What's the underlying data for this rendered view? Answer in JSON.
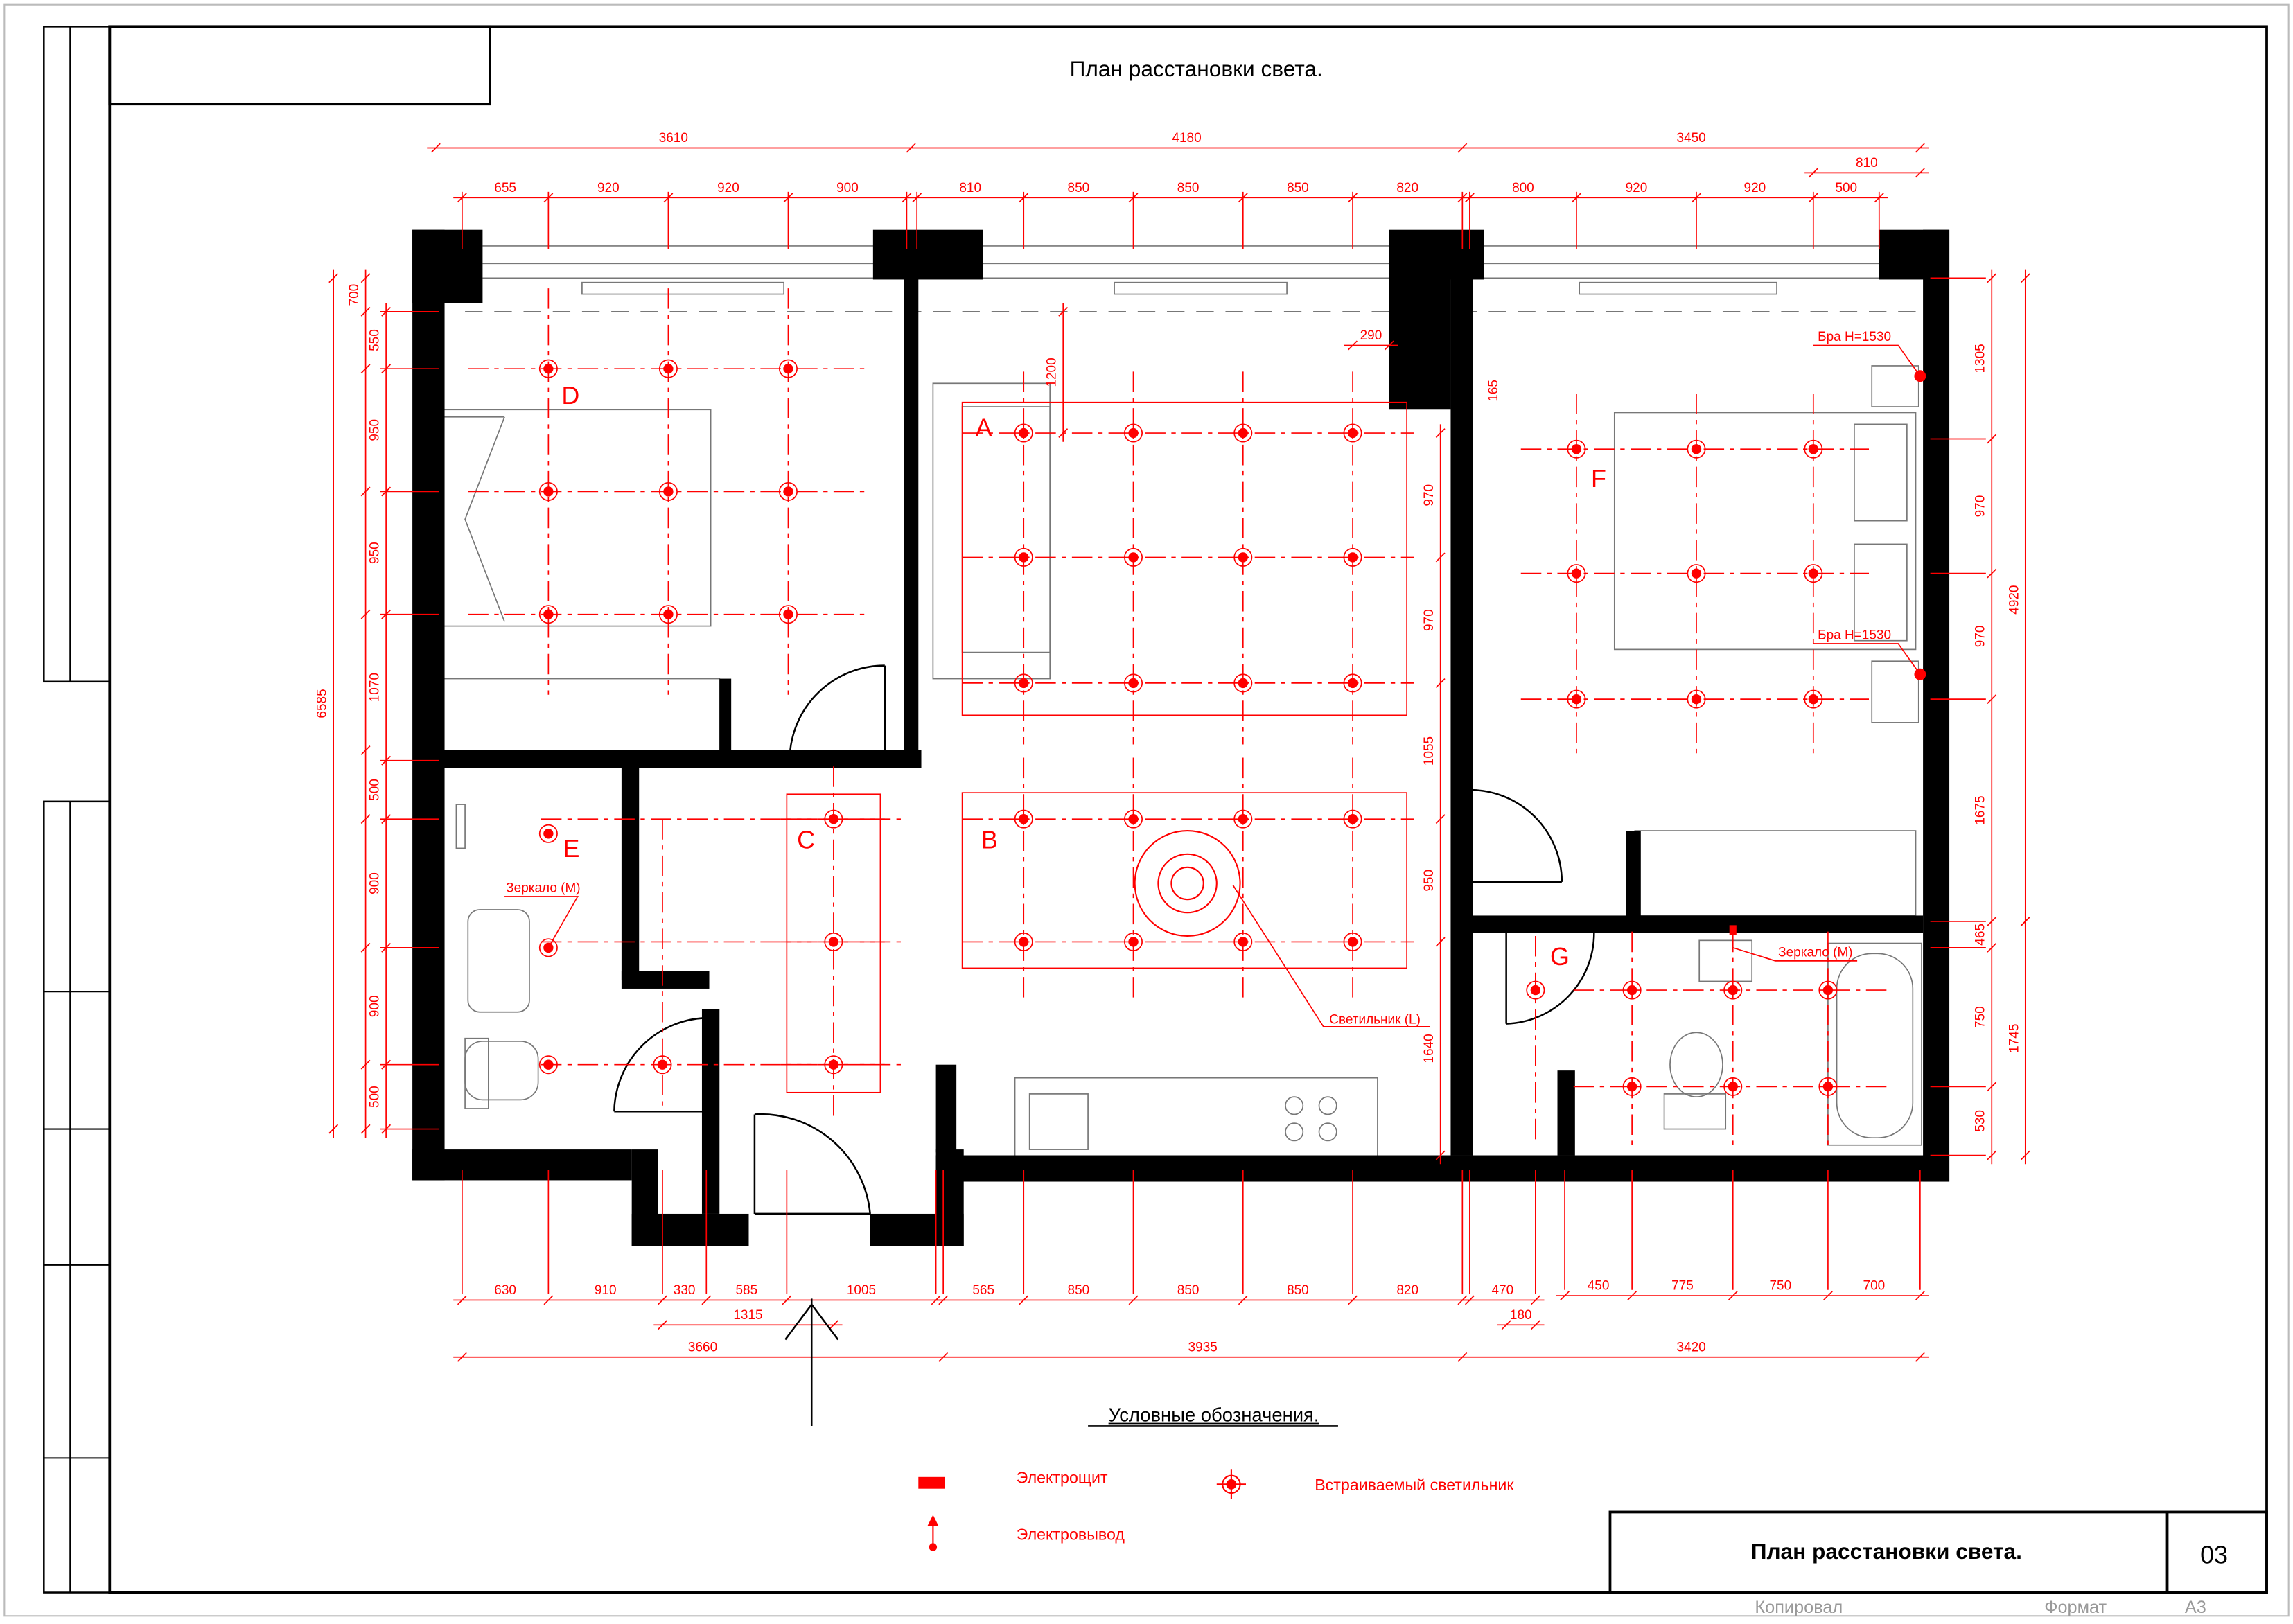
{
  "sheet": {
    "top_title": "План расстановки света.",
    "stamp_title": "План расстановки света.",
    "sheet_number": "03",
    "footer_copied": "Копировал",
    "footer_format_label": "Формат",
    "footer_format_value": "А3"
  },
  "legend": {
    "title": "Условные обозначения.",
    "items": [
      {
        "label": "Электрощит",
        "symbol": "panel"
      },
      {
        "label": "Встраиваемый светильник",
        "symbol": "downlight"
      },
      {
        "label": "Электровывод",
        "symbol": "outlet"
      }
    ]
  },
  "rooms": [
    {
      "label": "A"
    },
    {
      "label": "B"
    },
    {
      "label": "C"
    },
    {
      "label": "D"
    },
    {
      "label": "E"
    },
    {
      "label": "F"
    },
    {
      "label": "G"
    }
  ],
  "annotations": {
    "sconce_1": "Бра H=1530",
    "sconce_2": "Бра H=1530",
    "mirror_1": "Зеркало (M)",
    "mirror_2": "Зеркало (M)",
    "fixture": "Светильник (L)"
  },
  "dimensions": {
    "top_overall": [
      "3610",
      "4180",
      "3450"
    ],
    "top_detail": [
      "655",
      "920",
      "920",
      "900",
      "810",
      "850",
      "850",
      "850",
      "820",
      "800",
      "920",
      "920",
      "500",
      "810"
    ],
    "bottom_detail": [
      "630",
      "910",
      "330",
      "585",
      "1005",
      "565",
      "850",
      "850",
      "850",
      "820",
      "470",
      "450",
      "775",
      "750",
      "700",
      "1315",
      "180"
    ],
    "bottom_overall": [
      "3660",
      "3935",
      "3420"
    ],
    "left": [
      "700",
      "550",
      "950",
      "950",
      "1070",
      "500",
      "900",
      "900",
      "500",
      "6585"
    ],
    "right": [
      "1305",
      "970",
      "970",
      "1675",
      "465",
      "750",
      "530",
      "1745",
      "4920"
    ],
    "interior": [
      "290",
      "165",
      "1200",
      "970",
      "970",
      "1055",
      "950",
      "1640"
    ]
  },
  "colors": {
    "accent": "#ff0000",
    "wall": "#000000",
    "frame": "#000000"
  }
}
